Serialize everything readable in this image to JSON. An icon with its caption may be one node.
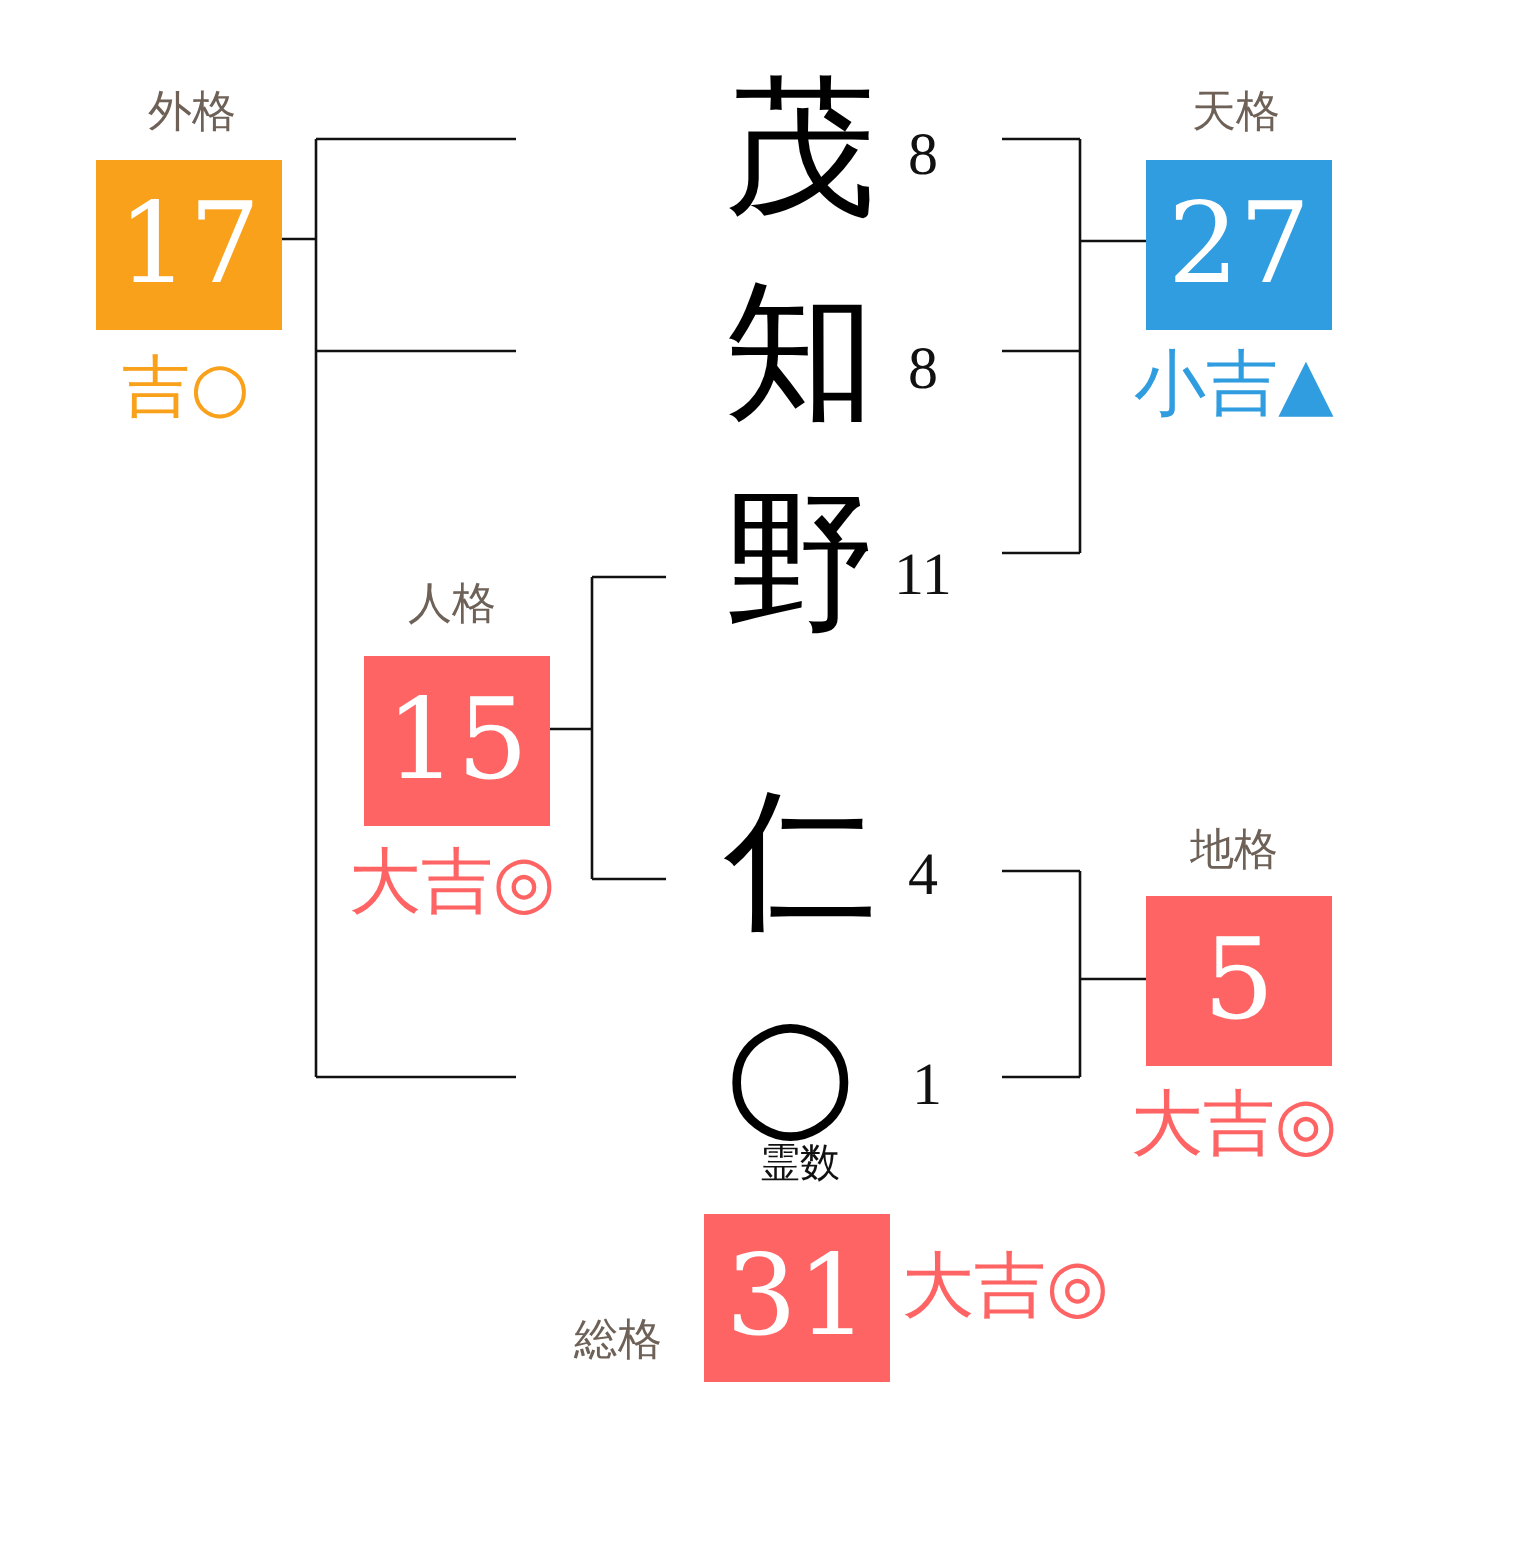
{
  "diagram": {
    "nodes": [
      {
        "text": [
          "外格",
          "17"
        ],
        "beside": [
          "吉○"
        ]
      },
      {
        "text": [
          "天格",
          "27"
        ],
        "beside": [
          "小吉▲"
        ]
      },
      {
        "text": [
          "人格",
          "15"
        ],
        "beside": [
          "大吉◎"
        ]
      },
      {
        "text": [
          "地格",
          "5"
        ],
        "beside": [
          "大吉◎"
        ]
      },
      {
        "text": [
          "総格",
          "31"
        ],
        "beside": [
          "大吉◎"
        ]
      }
    ],
    "labels": [
      "茂",
      "8",
      "知",
      "8",
      "野",
      "11",
      "仁",
      "4",
      "○",
      "1",
      "霊数"
    ]
  }
}
